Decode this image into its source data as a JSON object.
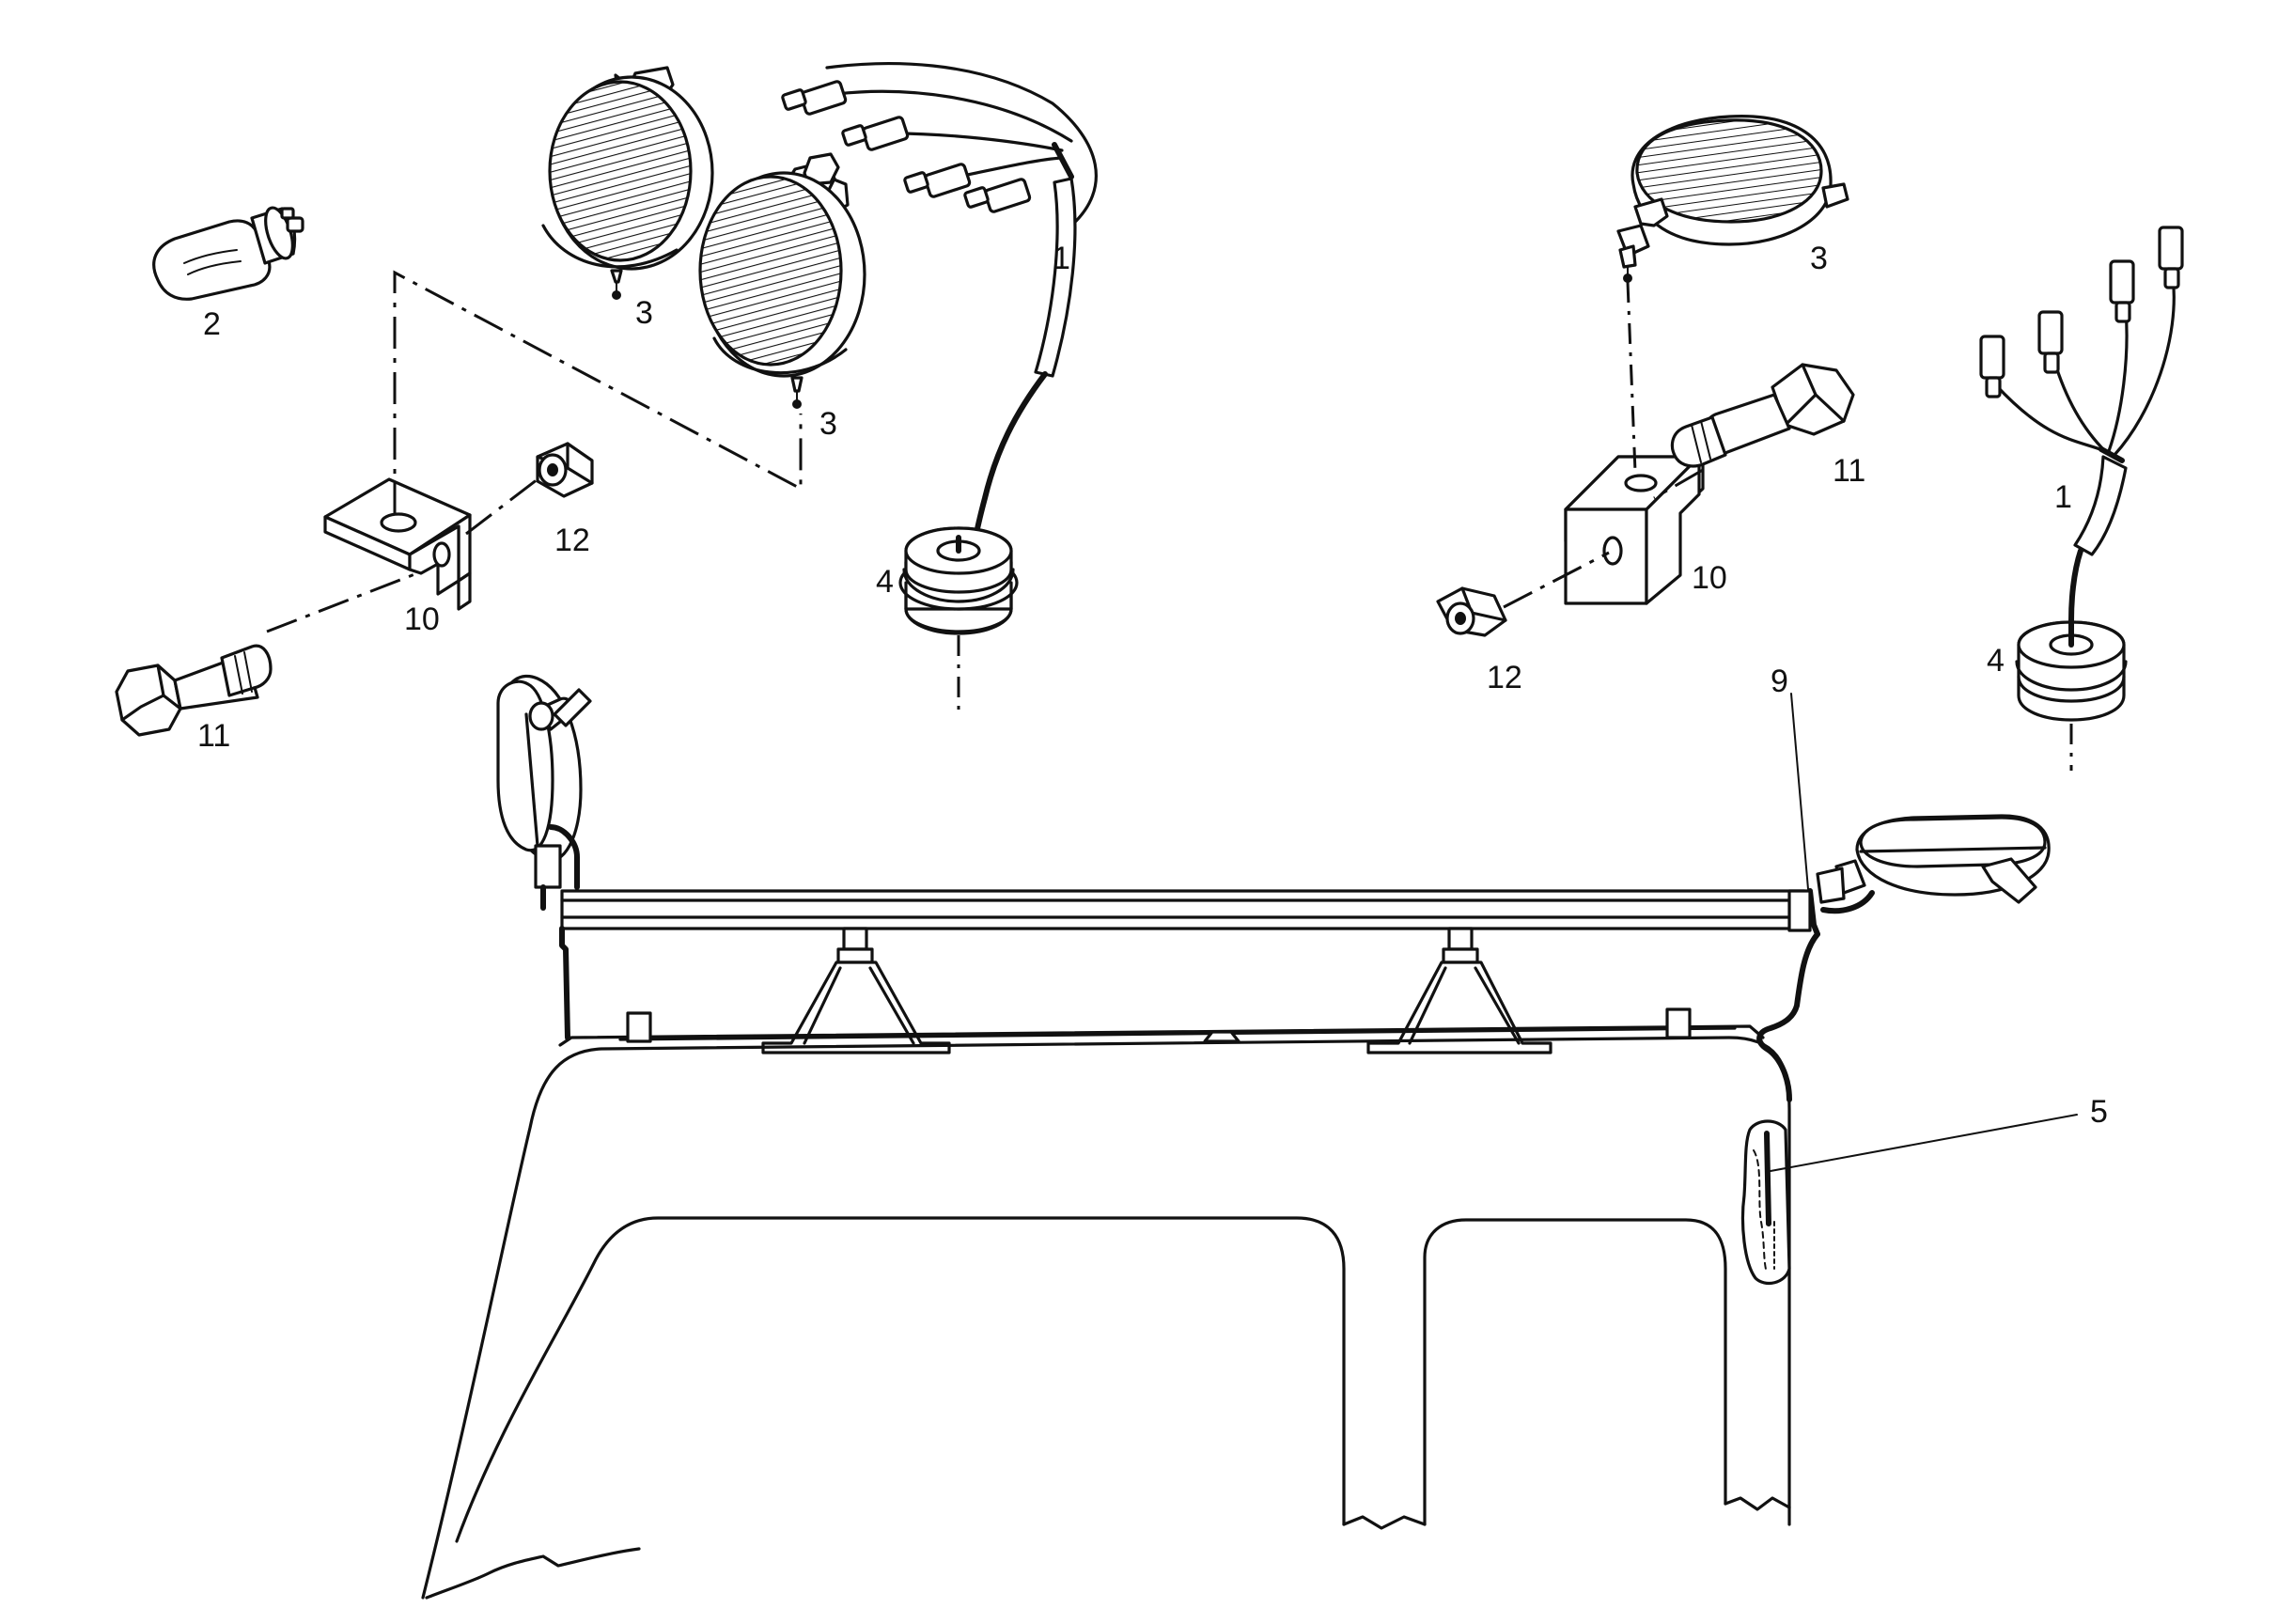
{
  "callouts": {
    "c1a": "1",
    "c1b": "1",
    "c2": "2",
    "c3a": "3",
    "c3b": "3",
    "c3c": "3",
    "c4a": "4",
    "c4b": "4",
    "c5": "5",
    "c9": "9",
    "c10a": "10",
    "c10b": "10",
    "c11a": "11",
    "c11b": "11",
    "c12a": "12",
    "c12b": "12"
  }
}
